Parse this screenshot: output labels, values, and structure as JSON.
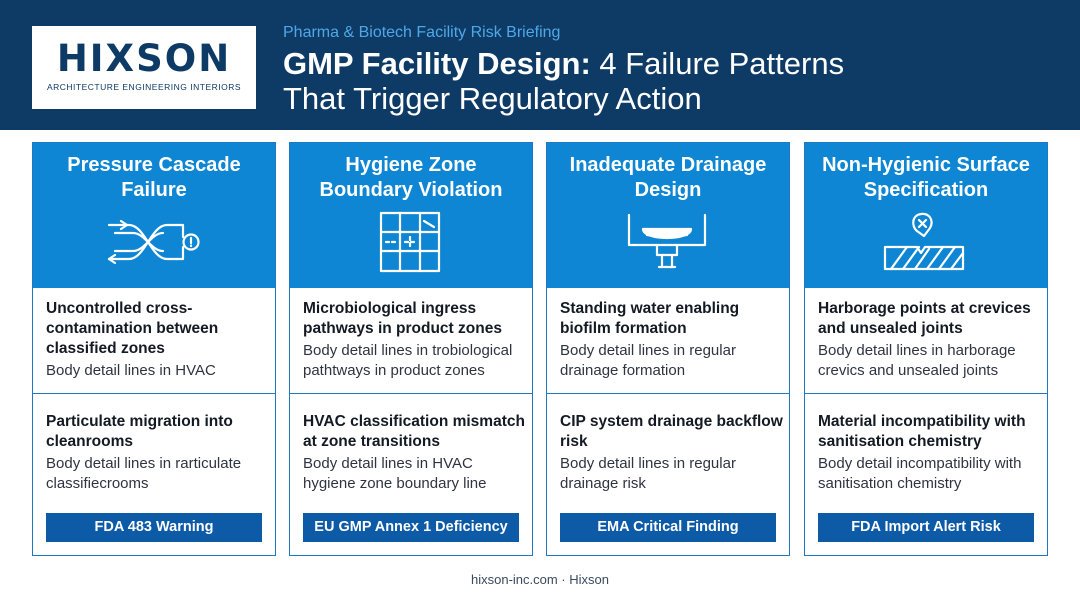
{
  "header": {
    "logo": {
      "word": "HIXSON",
      "tagline": "ARCHITECTURE ENGINEERING INTERIORS"
    },
    "kicker": "Pharma & Biotech Facility Risk Briefing",
    "title_bold": "GMP Facility Design:",
    "title_rest": " 4 Failure Patterns",
    "title_line2": "That Trigger Regulatory Action"
  },
  "colors": {
    "navy": "#0e3a66",
    "card_blue": "#0e86d4",
    "badge_blue": "#0d5aa7",
    "accent_text": "#4fa8e6"
  },
  "cards": [
    {
      "title": "Pressure Cascade Failure",
      "icon": "airflow-crossover-warning-icon",
      "point1_head": "Uncontrolled cross-contamination between classified zones",
      "point1_body": "Body detail lines in HVAC",
      "point2_head": "Particulate migration into cleanrooms",
      "point2_body": "Body detail lines in rarticulate classifiecrooms",
      "badge": "FDA 483 Warning"
    },
    {
      "title": "Hygiene Zone Boundary Violation",
      "icon": "floor-plan-grid-icon",
      "point1_head": "Microbiological ingress pathways in product zones",
      "point1_body": "Body detail lines in trobiological pathtways in product zones",
      "point2_head": "HVAC classification mismatch at zone transitions",
      "point2_body": "Body detail lines in HVAC hygiene zone boundary line",
      "badge": "EU GMP Annex 1 Deficiency"
    },
    {
      "title": "Inadequate Drainage Design",
      "icon": "floor-drain-icon",
      "point1_head": "Standing water enabling biofilm formation",
      "point1_body": "Body detail lines in regular drainage formation",
      "point2_head": "CIP system drainage backflow risk",
      "point2_body": "Body detail lines in regular drainage risk",
      "badge": "EMA Critical Finding"
    },
    {
      "title": "Non-Hygienic Surface Specification",
      "icon": "surface-crevice-marker-icon",
      "point1_head": "Harborage points at crevices and unsealed joints",
      "point1_body": "Body detail lines in harborage crevics and unsealed joints",
      "point2_head": "Material incompatibility with sanitisation chemistry",
      "point2_body": "Body detail incompatibility with sanitisation chemistry",
      "badge": "FDA Import Alert Risk"
    }
  ],
  "footer": "hixson-inc.com · Hixson"
}
